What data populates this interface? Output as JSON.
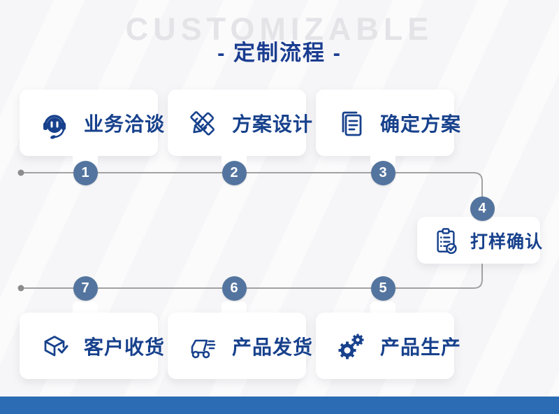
{
  "watermark": "CUSTOMIZABLE",
  "title": "- 定制流程 -",
  "steps": [
    {
      "num": "1",
      "label": "业务洽谈",
      "icon": "headset-icon"
    },
    {
      "num": "2",
      "label": "方案设计",
      "icon": "pencil-ruler-icon"
    },
    {
      "num": "3",
      "label": "确定方案",
      "icon": "documents-icon"
    },
    {
      "num": "4",
      "label": "打样确认",
      "icon": "clipboard-check-icon"
    },
    {
      "num": "5",
      "label": "产品生产",
      "icon": "gears-icon"
    },
    {
      "num": "6",
      "label": "产品发货",
      "icon": "truck-icon"
    },
    {
      "num": "7",
      "label": "客户收货",
      "icon": "package-check-icon"
    }
  ],
  "colors": {
    "accent_text": "#17418c",
    "title_text": "#1a3d90",
    "step_circle": "#53749e",
    "connector_line": "#a2a2a2",
    "watermark_text": "#e4e4e8",
    "card_background": "#ffffff",
    "page_background": "#f6f6f8",
    "bottom_bar": "#2b6cb4"
  }
}
